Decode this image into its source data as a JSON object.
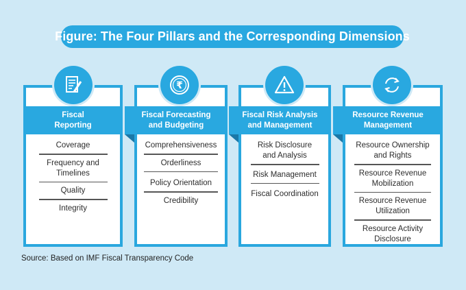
{
  "title": "Figure: The Four Pillars and the Corresponding Dimensions",
  "pillars": [
    {
      "header": "Fiscal\nReporting",
      "icon": "document-pen-icon",
      "dimensions": [
        "Coverage",
        "Frequency and\nTimelines",
        "Quality",
        "Integrity"
      ]
    },
    {
      "header": "Fiscal Forecasting\nand Budgeting",
      "icon": "rupee-coin-icon",
      "dimensions": [
        "Comprehensiveness",
        "Orderliness",
        "Policy Orientation",
        "Credibility"
      ]
    },
    {
      "header": "Fiscal Risk Analysis\nand Management",
      "icon": "warning-triangle-icon",
      "dimensions": [
        "Risk Disclosure\nand Analysis",
        "Risk Management",
        "Fiscal Coordination"
      ]
    },
    {
      "header": "Resource Revenue\nManagement",
      "icon": "cycle-arrows-icon",
      "dimensions": [
        "Resource Ownership\nand Rights",
        "Resource Revenue\nMobilization",
        "Resource Revenue\nUtilization",
        "Resource Activity\nDisclosure"
      ]
    }
  ],
  "source": "Source: Based on IMF Fiscal Transparency Code",
  "colors": {
    "background": "#cfe9f6",
    "accent": "#29a8e0",
    "accent_dark": "#1a78a8",
    "panel": "#ffffff"
  }
}
